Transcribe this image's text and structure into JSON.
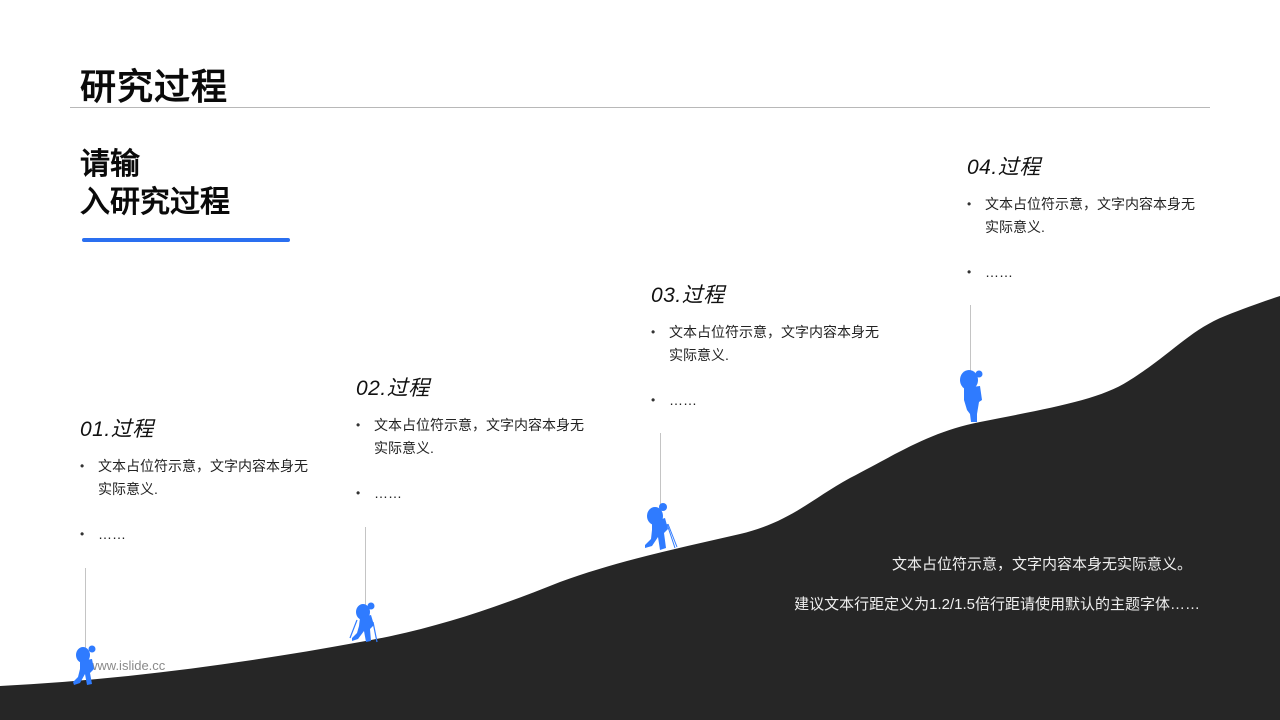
{
  "slide": {
    "title": "研究过程",
    "heading_line1": "请输",
    "heading_line2": "入研究过程",
    "accent_color": "#2a6ff0",
    "mountain_color": "#262626",
    "hiker_color": "#2f7bff"
  },
  "steps": [
    {
      "title": "01.过程",
      "bullets": [
        "文本占位符示意，文字内容本身无实际意义.",
        "……"
      ],
      "icon": "hiker-icon"
    },
    {
      "title": "02.过程",
      "bullets": [
        "文本占位符示意，文字内容本身无实际意义.",
        "……"
      ],
      "icon": "hiker-with-poles-icon"
    },
    {
      "title": "03.过程",
      "bullets": [
        "文本占位符示意，文字内容本身无实际意义.",
        "……"
      ],
      "icon": "hiker-with-poles-icon"
    },
    {
      "title": "04.过程",
      "bullets": [
        "文本占位符示意，文字内容本身无实际意义.",
        "……"
      ],
      "icon": "hiker-icon"
    }
  ],
  "notes": {
    "line1": "文本占位符示意，文字内容本身无实际意义。",
    "line2": "建议文本行距定义为1.2/1.5倍行距请使用默认的主题字体……"
  },
  "watermark": "www.islide.cc"
}
